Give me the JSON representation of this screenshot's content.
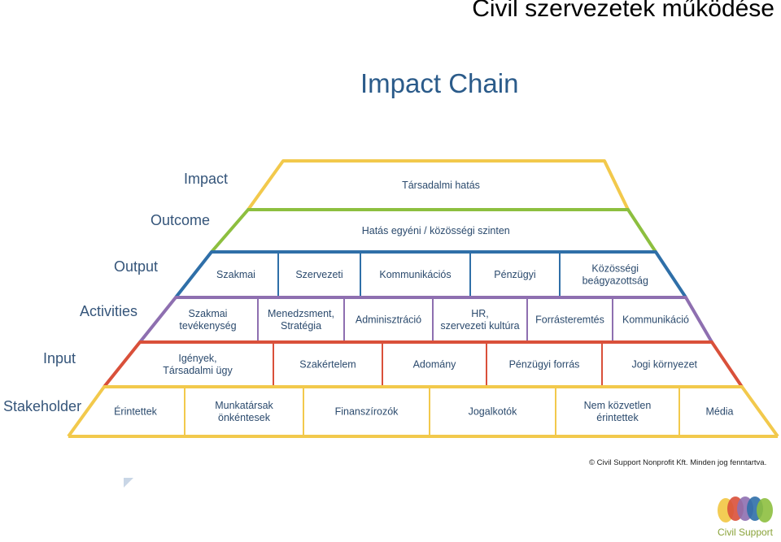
{
  "slide_title": "Civil szervezetek működése",
  "diagram": {
    "title": "Impact Chain",
    "rows": [
      {
        "label": "Impact",
        "color": "#f2c94c",
        "cells": [
          "Társadalmi hatás"
        ]
      },
      {
        "label": "Outcome",
        "color": "#8dbf3f",
        "cells": [
          "Hatás egyéni / közösségi szinten"
        ]
      },
      {
        "label": "Output",
        "color": "#2f6fa8",
        "cells": [
          "Szakmai",
          "Szervezeti",
          "Kommunikációs",
          "Pénzügyi",
          "Közösségi\nbeágyazottság"
        ]
      },
      {
        "label": "Activities",
        "color": "#8e6fb0",
        "cells": [
          "Szakmai\ntevékenység",
          "Menedzsment,\nStratégia",
          "Adminisztráció",
          "HR,\nszervezeti kultúra",
          "Forrásteremtés",
          "Kommunikáció"
        ]
      },
      {
        "label": "Input",
        "color": "#d9503a",
        "cells": [
          "Igények,\nTársadalmi ügy",
          "Szakértelem",
          "Adomány",
          "Pénzügyi forrás",
          "Jogi környezet"
        ]
      },
      {
        "label": "Stakeholder",
        "color": "#f2c94c",
        "cells": [
          "Érintettek",
          "Munkatársak\nönkéntesek",
          "Finanszírozók",
          "Jogalkotók",
          "Nem közvetlen\nérintettek",
          "Média"
        ]
      }
    ]
  },
  "copyright": "© Civil Support Nonprofit Kft. Minden jog fenntartva.",
  "logo": {
    "text": "Civil Support",
    "colors": [
      "#f2c94c",
      "#d9503a",
      "#8e6fb0",
      "#2f6fa8",
      "#8dbf3f"
    ]
  }
}
